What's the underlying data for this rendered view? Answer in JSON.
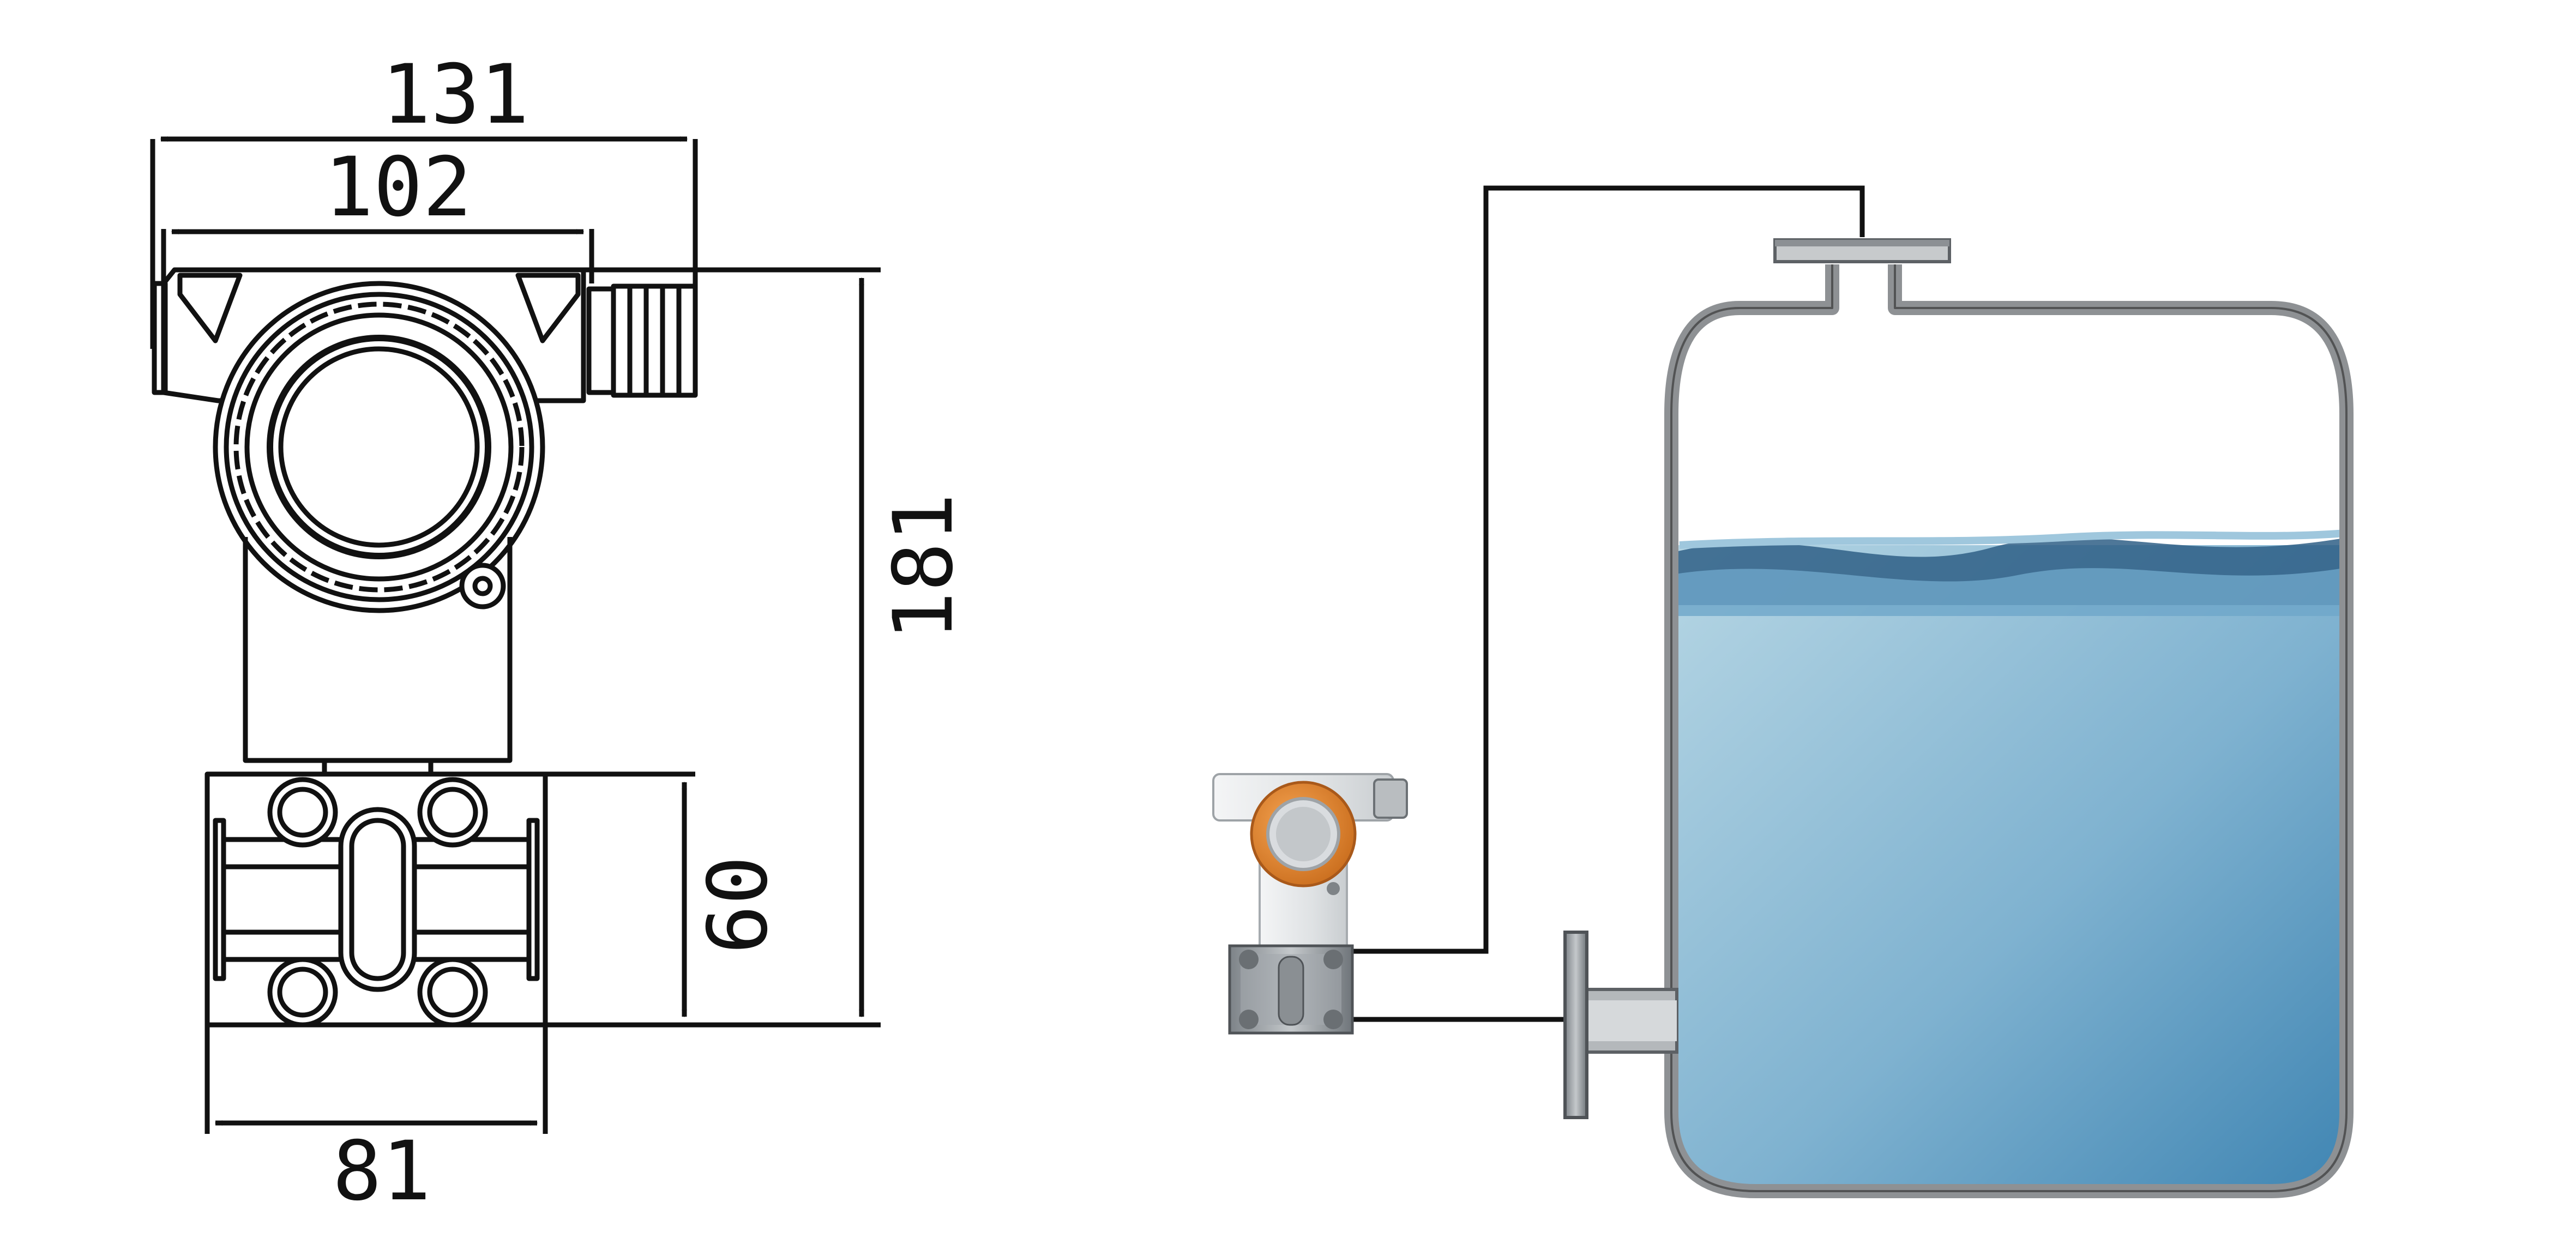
{
  "dimensions": {
    "total_width": "131",
    "housing_width": "102",
    "total_height": "181",
    "flange_height": "60",
    "flange_width": "81"
  },
  "colors": {
    "line": "#111111",
    "tank_wall": "#8e9194",
    "water_top": "#a9cfe0",
    "water_bottom": "#3f86b4",
    "transmitter_head": "#e8892b",
    "transmitter_body": "#e6e8ea",
    "flange_metal": "#9aa0a5"
  }
}
